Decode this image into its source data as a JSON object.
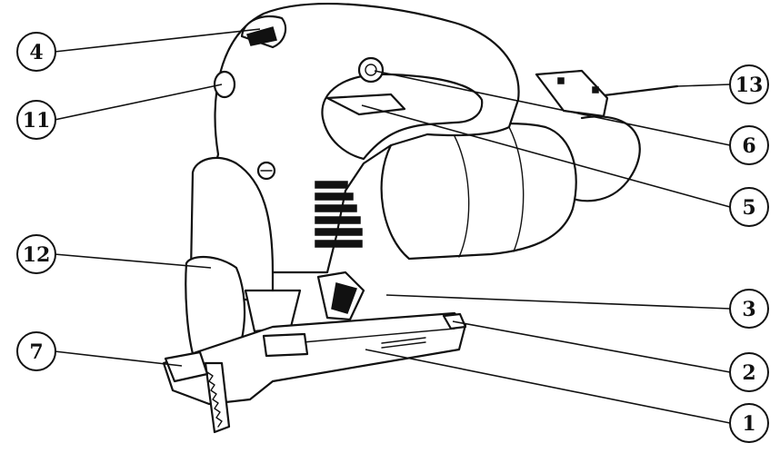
{
  "figure": {
    "callouts": [
      {
        "id": "c4",
        "label": "4"
      },
      {
        "id": "c11",
        "label": "11"
      },
      {
        "id": "c12",
        "label": "12"
      },
      {
        "id": "c7",
        "label": "7"
      },
      {
        "id": "c13",
        "label": "13"
      },
      {
        "id": "c6",
        "label": "6"
      },
      {
        "id": "c5",
        "label": "5"
      },
      {
        "id": "c3",
        "label": "3"
      },
      {
        "id": "c2",
        "label": "2"
      },
      {
        "id": "c1",
        "label": "1"
      }
    ]
  }
}
